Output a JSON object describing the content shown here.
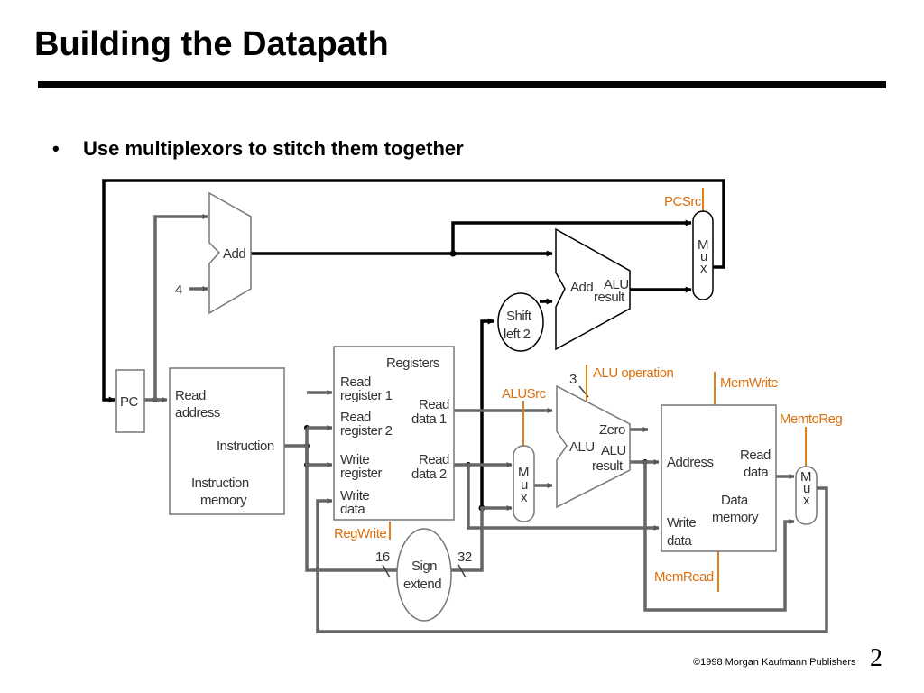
{
  "slide": {
    "title": "Building the Datapath",
    "bullet": "•",
    "bullet_text": "Use multiplexors to stitch them together",
    "footer_copyright": "©1998 Morgan Kaufmann Publishers",
    "page_number": "2"
  },
  "diagram": {
    "colors": {
      "wire": "#606060",
      "wire_dark": "#000000",
      "control": "#e0801a",
      "box": "#777777"
    },
    "pc_label": "PC",
    "add_top_label": "Add",
    "constant_four": "4",
    "add_alu": {
      "add": "Add",
      "alu": "ALU",
      "result": "result"
    },
    "shift_left": {
      "line1": "Shift",
      "line2": "left 2"
    },
    "instruction_memory": {
      "read_address_1": "Read",
      "read_address_2": "address",
      "instruction": "Instruction",
      "name_1": "Instruction",
      "name_2": "memory"
    },
    "registers": {
      "title": "Registers",
      "read_reg1_a": "Read",
      "read_reg1_b": "register 1",
      "read_reg2_a": "Read",
      "read_reg2_b": "register 2",
      "write_reg_a": "Write",
      "write_reg_b": "register",
      "write_data_a": "Write",
      "write_data_b": "data",
      "read_data1_a": "Read",
      "read_data1_b": "data 1",
      "read_data2_a": "Read",
      "read_data2_b": "data 2"
    },
    "sign_extend": {
      "line1": "Sign",
      "line2": "extend",
      "in_width": "16",
      "out_width": "32"
    },
    "alu_main": {
      "alu": "ALU",
      "zero": "Zero",
      "result_1": "ALU",
      "result_2": "result",
      "op_width": "3"
    },
    "data_memory": {
      "address": "Address",
      "read_data_1": "Read",
      "read_data_2": "data",
      "write_data_1": "Write",
      "write_data_2": "data",
      "name_1": "Data",
      "name_2": "memory"
    },
    "mux_letters": {
      "m": "M",
      "u": "u",
      "x": "x"
    },
    "controls": {
      "pcsrc": "PCSrc",
      "alu_operation": "ALU operation",
      "memwrite": "MemWrite",
      "alusrc": "ALUSrc",
      "memtoreg": "MemtoReg",
      "regwrite": "RegWrite",
      "memread": "MemRead"
    }
  }
}
